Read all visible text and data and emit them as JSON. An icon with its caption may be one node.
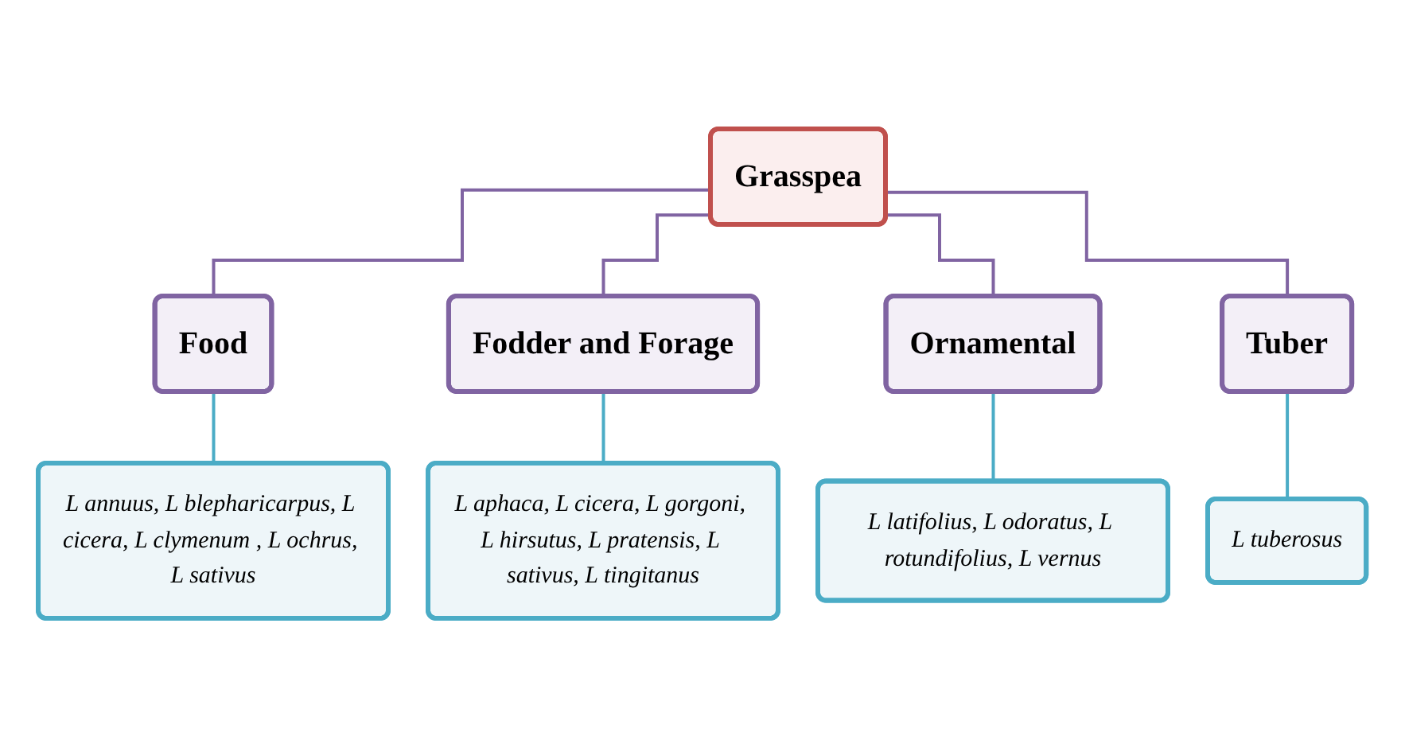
{
  "diagram": {
    "nodes": [
      {
        "text": [
          "Grasspea"
        ]
      },
      {
        "text": [
          "Food"
        ]
      },
      {
        "text": [
          "Fodder and Forage"
        ]
      },
      {
        "text": [
          "Ornamental"
        ]
      },
      {
        "text": [
          "Tuber"
        ]
      },
      {
        "text": [
          "L annuus, L blepharicarpus, L cicera, L clymenum , L ochrus, L sativus"
        ]
      },
      {
        "text": [
          "L aphaca, L cicera, L gorgoni, L hirsutus, L pratensis, L sativus, L tingitanus"
        ]
      },
      {
        "text": [
          "L latifolius, L odoratus, L rotundifolius, L vernus"
        ]
      },
      {
        "text": [
          "L tuberosus"
        ]
      }
    ],
    "edges": [
      {
        "from": 0,
        "to": 1,
        "arrow": "none",
        "color": "#8064a2"
      },
      {
        "from": 0,
        "to": 2,
        "arrow": "none",
        "color": "#8064a2"
      },
      {
        "from": 0,
        "to": 3,
        "arrow": "none",
        "color": "#8064a2"
      },
      {
        "from": 0,
        "to": 4,
        "arrow": "none",
        "color": "#8064a2"
      },
      {
        "from": 1,
        "to": 5,
        "arrow": "none",
        "color": "#4bacc6"
      },
      {
        "from": 2,
        "to": 6,
        "arrow": "none",
        "color": "#4bacc6"
      },
      {
        "from": 3,
        "to": 7,
        "arrow": "none",
        "color": "#4bacc6"
      },
      {
        "from": 4,
        "to": 8,
        "arrow": "none",
        "color": "#4bacc6"
      }
    ]
  }
}
